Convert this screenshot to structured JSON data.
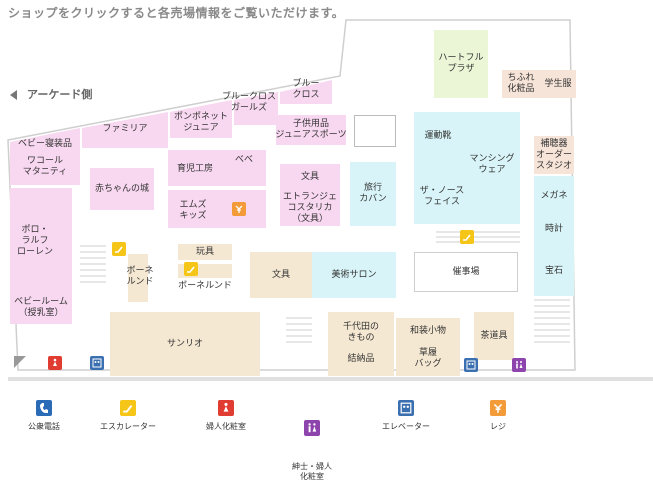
{
  "title": "ショップをクリックすると各売場情報をご覧いただけます。",
  "arcade_label": "アーケード側",
  "colors": {
    "shop_pink": "#f8d8f0",
    "shop_beige": "#f5e8d3",
    "shop_cyan": "#d8f4f8",
    "shop_green": "#eaf6d6",
    "escalator": "#f5c518",
    "elevator": "#3a6fb0",
    "restroom_women": "#e03c31",
    "restroom_multi": "#8e44ad",
    "register": "#f29b38",
    "phone": "#2a6bb8"
  },
  "shops": {
    "heartful_plaza": "ハートフル\nプラザ",
    "chifure": "ちふれ\n化粧品",
    "school_uniform": "学生服",
    "baby_bedding": "ベビー寝装品",
    "wacoal": "ワコール\nマタニティ",
    "familiar": "ファミリア",
    "pompon_junior": "ポンポネット\nジュニア",
    "blue_cross_girls": "ブルークロス\nガールズ",
    "blue_cross": "ブルー\nクロス",
    "kids_sports": "子供用品\nジュニアスポーツ",
    "sports_shoes": "運動靴",
    "munsingwear": "マンシング\nウェア",
    "north_face": "ザ・ノース\nフェイス",
    "hearing_aid": "補聴器\nオーダー\nスタジオ",
    "glasses": "メガネ",
    "clock": "時計",
    "jewelry": "宝石",
    "baby_castle": "赤ちゃんの城",
    "ikuji_kobo": "育児工房",
    "bebe": "べべ",
    "emz_kids": "エムズ\nキッズ",
    "stationery_top": "文具",
    "etranger": "エトランジェ\nコスタリカ\n（文具）",
    "travel_bag": "旅行\nカバン",
    "polo": "ポロ・\nラルフ\nローレン",
    "baby_room": "ベビールーム\n（授乳室）",
    "toys": "玩具",
    "bonnelund_left": "ボーネ\nルンド",
    "bonnelund": "ボーネルンド",
    "stationery": "文具",
    "art_salon": "美術サロン",
    "event_hall": "催事場",
    "sanrio": "サンリオ",
    "chiyoda_kimono": "千代田の\nきもの",
    "yuino": "結納品",
    "wasou": "和装小物",
    "zouri": "草履\nバッグ",
    "tea_tools": "茶道具"
  },
  "legend": {
    "phone": "公衆電話",
    "escalator": "エスカレーター",
    "women": "婦人化粧室",
    "multi": "紳士・婦人\n化粧室",
    "elevator": "エレベーター",
    "register": "レジ"
  }
}
